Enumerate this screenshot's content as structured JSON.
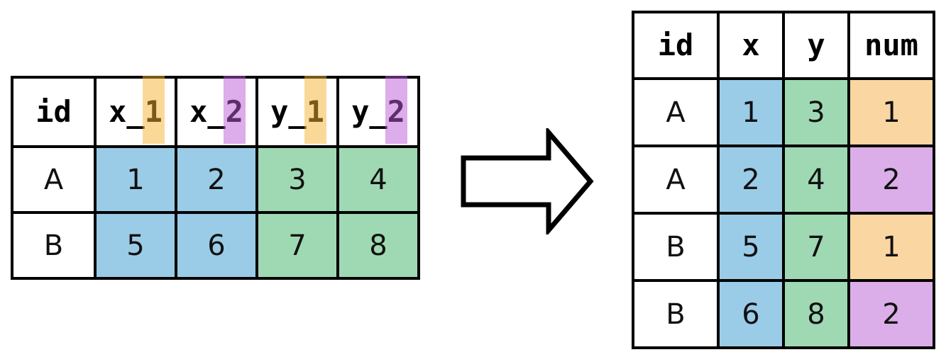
{
  "colors": {
    "background": "#FFFFFF",
    "border": "#000000",
    "blue": "#9ACCE8",
    "green": "#9FD9B3",
    "orange": "#FAD7A2",
    "purple": "#DBAEE9",
    "band_orange": "rgba(245,180,50,0.5)",
    "band_purple": "rgba(185,90,215,0.5)"
  },
  "left_table": {
    "headers": [
      {
        "label": "id"
      },
      {
        "prefix": "x_",
        "suffix": "1",
        "band": "orange"
      },
      {
        "prefix": "x_",
        "suffix": "2",
        "band": "purple"
      },
      {
        "prefix": "y_",
        "suffix": "1",
        "band": "orange"
      },
      {
        "prefix": "y_",
        "suffix": "2",
        "band": "purple"
      }
    ],
    "rows": [
      {
        "id": "A",
        "values": [
          "1",
          "2",
          "3",
          "4"
        ]
      },
      {
        "id": "B",
        "values": [
          "5",
          "6",
          "7",
          "8"
        ]
      }
    ]
  },
  "arrow": {
    "icon": "right-block-arrow"
  },
  "right_table": {
    "headers": [
      "id",
      "x",
      "y",
      "num"
    ],
    "rows": [
      {
        "id": "A",
        "x": "1",
        "y": "3",
        "num": "1",
        "num_fill": "orange"
      },
      {
        "id": "A",
        "x": "2",
        "y": "4",
        "num": "2",
        "num_fill": "purple"
      },
      {
        "id": "B",
        "x": "5",
        "y": "7",
        "num": "1",
        "num_fill": "orange"
      },
      {
        "id": "B",
        "x": "6",
        "y": "8",
        "num": "2",
        "num_fill": "purple"
      }
    ]
  }
}
